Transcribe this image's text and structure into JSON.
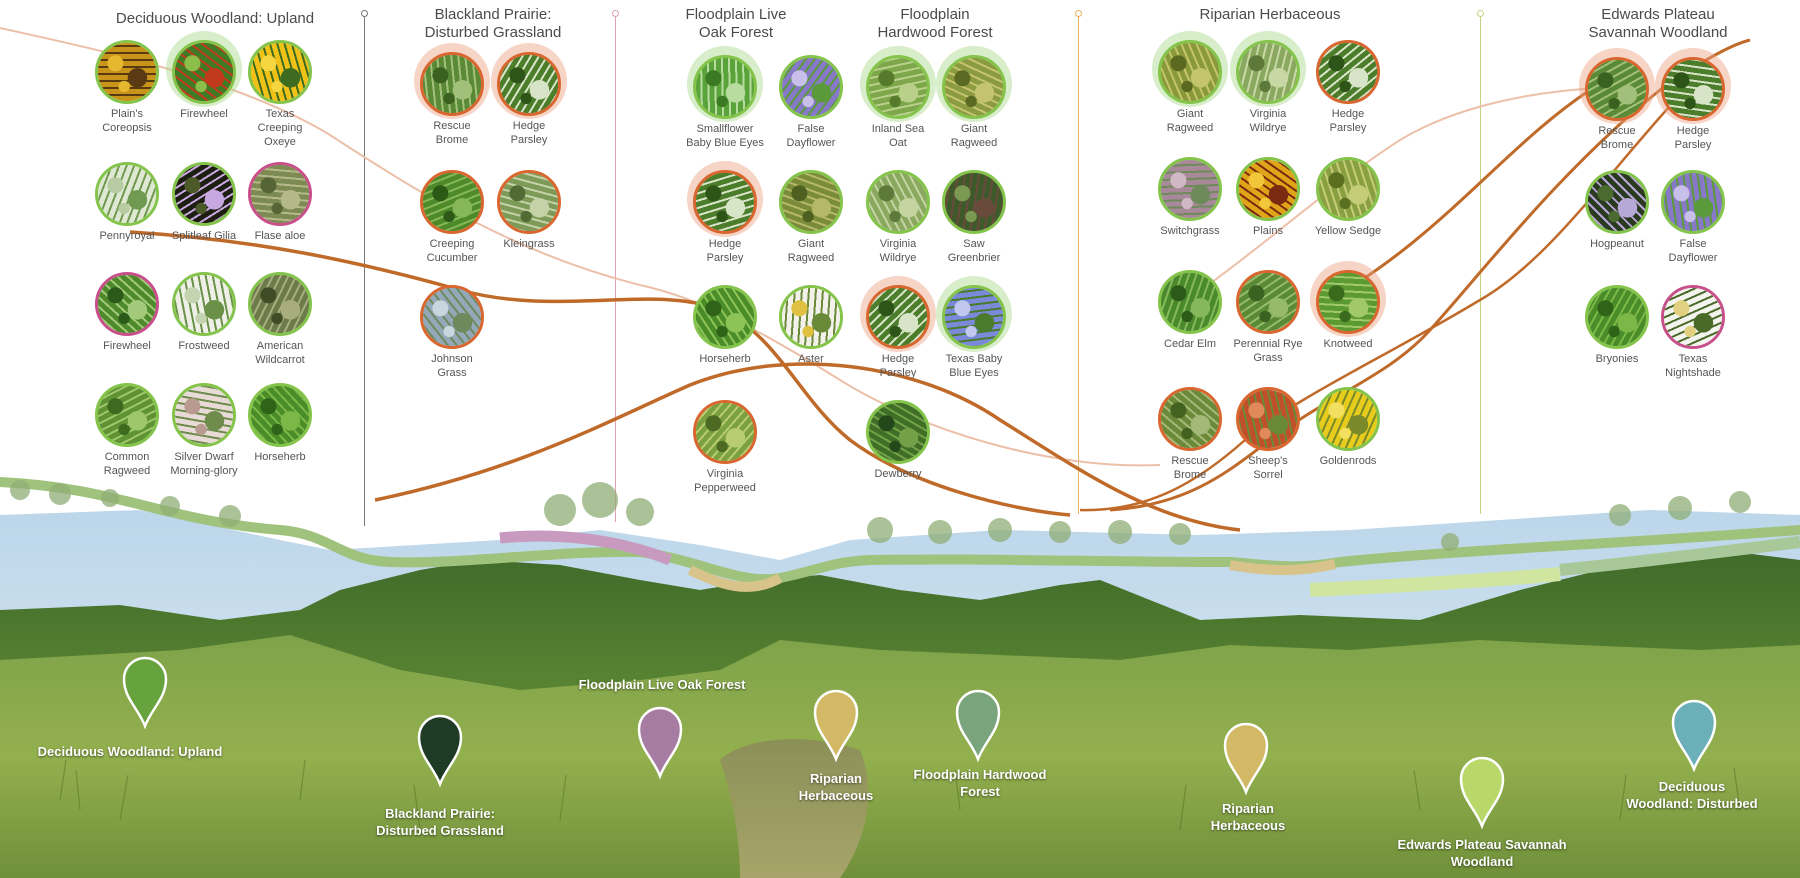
{
  "habitats": [
    {
      "id": "dwu",
      "name": "Deciduous Woodland: Upland"
    },
    {
      "id": "bpdg",
      "name": "Blackland Prairie:\nDisturbed Grassland"
    },
    {
      "id": "flof",
      "name": "Floodplain Live\nOak Forest"
    },
    {
      "id": "fhf",
      "name": "Floodplain\nHardwood Forest"
    },
    {
      "id": "rh",
      "name": "Riparian Herbaceous"
    },
    {
      "id": "epsw",
      "name": "Edwards Plateau\nSavannah Woodland"
    }
  ],
  "plants": [
    {
      "name": "Plain's\nCoreopsis",
      "habitat": "dwu",
      "ring": "green",
      "photo": [
        "#c8941a",
        "#5a3a12",
        "#e6b830"
      ]
    },
    {
      "name": "Firewheel",
      "habitat": "dwu",
      "ring": "green",
      "halo": "green",
      "photo": [
        "#3f7b24",
        "#c23a1c",
        "#8cbf4a"
      ]
    },
    {
      "name": "Texas\nCreeping\nOxeye",
      "habitat": "dwu",
      "ring": "green",
      "photo": [
        "#f0c218",
        "#3d6b20",
        "#f5d640"
      ]
    },
    {
      "name": "Pennyroyal",
      "habitat": "dwu",
      "ring": "green",
      "photo": [
        "#dfe8d2",
        "#6f9a4f",
        "#b8cca3"
      ]
    },
    {
      "name": "Splitleaf Gilia",
      "habitat": "dwu",
      "ring": "green",
      "photo": [
        "#1d1d12",
        "#c8a8e0",
        "#4b5a28"
      ]
    },
    {
      "name": "Flase aloe",
      "habitat": "dwu",
      "ring": "pink",
      "photo": [
        "#7d8a52",
        "#b5b98a",
        "#566535"
      ]
    },
    {
      "name": "Firewheel",
      "habitat": "dwu",
      "ring": "pink",
      "photo": [
        "#4e8a2c",
        "#a3c97a",
        "#2c5a1a"
      ]
    },
    {
      "name": "Frostweed",
      "habitat": "dwu",
      "ring": "green",
      "photo": [
        "#eef0e8",
        "#6b9048",
        "#c4d3b0"
      ]
    },
    {
      "name": "American\nWildcarrot",
      "habitat": "dwu",
      "ring": "green",
      "photo": [
        "#6d7a4a",
        "#a8ad80",
        "#3f4c25"
      ]
    },
    {
      "name": "Common\nRagweed",
      "habitat": "dwu",
      "ring": "green",
      "photo": [
        "#5e9232",
        "#9ec66a",
        "#3c6b1f"
      ]
    },
    {
      "name": "Silver Dwarf\nMorning-glory",
      "habitat": "dwu",
      "ring": "green",
      "photo": [
        "#e8dad6",
        "#6f8c4c",
        "#b89a90"
      ]
    },
    {
      "name": "Horseherb",
      "habitat": "dwu",
      "ring": "green",
      "photo": [
        "#4a8c28",
        "#7cb848",
        "#2f6418"
      ]
    },
    {
      "name": "Rescue\nBrome",
      "habitat": "bpdg",
      "ring": "orange",
      "halo": "orange",
      "photo": [
        "#5a8a36",
        "#a3c07a",
        "#3a6120"
      ]
    },
    {
      "name": "Hedge\nParsley",
      "habitat": "bpdg",
      "ring": "orange",
      "halo": "orange",
      "photo": [
        "#4c7d2a",
        "#d8e4c8",
        "#2e5518"
      ]
    },
    {
      "name": "Creeping\nCucumber",
      "habitat": "bpdg",
      "ring": "orange",
      "photo": [
        "#4f8a2a",
        "#86b85a",
        "#2c5a16"
      ]
    },
    {
      "name": "Kleingrass",
      "habitat": "bpdg",
      "ring": "orange",
      "photo": [
        "#7d9a58",
        "#c5d2a8",
        "#526b35"
      ]
    },
    {
      "name": "Johnson\nGrass",
      "habitat": "bpdg",
      "ring": "orange",
      "photo": [
        "#93a8b8",
        "#6e8a5c",
        "#c8d6de"
      ]
    },
    {
      "name": "Smallflower\nBaby Blue Eyes",
      "habitat": "flof",
      "ring": "green",
      "halo": "green",
      "photo": [
        "#5aa33a",
        "#b8dca0",
        "#3a7a22"
      ]
    },
    {
      "name": "False\nDayflower",
      "habitat": "flof",
      "ring": "green",
      "photo": [
        "#8878c8",
        "#5a9a3a",
        "#c8c0ea"
      ]
    },
    {
      "name": "Hedge\nParsley",
      "habitat": "flof",
      "ring": "orange",
      "halo": "orange",
      "photo": [
        "#4c7d2a",
        "#d8e4c8",
        "#2e5518"
      ]
    },
    {
      "name": "Giant\nRagweed",
      "habitat": "flof",
      "ring": "green",
      "photo": [
        "#7a8c3a",
        "#b5b868",
        "#4e6020"
      ]
    },
    {
      "name": "Horseherb",
      "habitat": "flof",
      "ring": "green",
      "photo": [
        "#4a8c28",
        "#8cc458",
        "#2f6418"
      ]
    },
    {
      "name": "Aster",
      "habitat": "flof",
      "ring": "green",
      "photo": [
        "#f2f2ea",
        "#6a8a3a",
        "#e0c040"
      ]
    },
    {
      "name": "Virginia\nPepperweed",
      "habitat": "flof",
      "ring": "orange",
      "photo": [
        "#7aa040",
        "#b8cc70",
        "#4c6a22"
      ]
    },
    {
      "name": "Inland Sea\nOat",
      "habitat": "fhf",
      "ring": "green",
      "halo": "green",
      "photo": [
        "#7ea64a",
        "#b8d08a",
        "#557a2c"
      ]
    },
    {
      "name": "Giant\nRagweed",
      "habitat": "fhf",
      "ring": "green",
      "halo": "green",
      "photo": [
        "#8c9a40",
        "#c4c470",
        "#5a6a22"
      ]
    },
    {
      "name": "Virginia\nWildrye",
      "habitat": "fhf",
      "ring": "green",
      "photo": [
        "#8aa860",
        "#c4d4a0",
        "#5e7a3a"
      ]
    },
    {
      "name": "Saw\nGreenbrier",
      "habitat": "fhf",
      "ring": "green",
      "photo": [
        "#3e5a2a",
        "#6a4a3a",
        "#7a9a52"
      ]
    },
    {
      "name": "Hedge\nParsley",
      "habitat": "fhf",
      "ring": "orange",
      "halo": "orange",
      "photo": [
        "#4c7d2a",
        "#d8e4c8",
        "#2e5518"
      ]
    },
    {
      "name": "Texas Baby\nBlue Eyes",
      "habitat": "fhf",
      "ring": "green",
      "halo": "green",
      "photo": [
        "#7a8ad8",
        "#4a7a2c",
        "#c0c8f0"
      ]
    },
    {
      "name": "Dewberry",
      "habitat": "fhf",
      "ring": "green",
      "photo": [
        "#3f6e26",
        "#74a048",
        "#24481a"
      ]
    },
    {
      "name": "Giant\nRagweed",
      "habitat": "rh",
      "ring": "green",
      "halo": "green",
      "photo": [
        "#8a9a3a",
        "#c4c46c",
        "#5a6820"
      ]
    },
    {
      "name": "Virginia\nWildrye",
      "habitat": "rh",
      "ring": "green",
      "halo": "green",
      "photo": [
        "#8aa860",
        "#c8d8a4",
        "#5e7a3a"
      ]
    },
    {
      "name": "Hedge\nParsley",
      "habitat": "rh",
      "ring": "orange",
      "photo": [
        "#4c7d2a",
        "#d8e4c8",
        "#2e5518"
      ]
    },
    {
      "name": "Switchgrass",
      "habitat": "rh",
      "ring": "green",
      "photo": [
        "#a8899a",
        "#6e8a5a",
        "#d0b8c4"
      ]
    },
    {
      "name": "Plains",
      "habitat": "rh",
      "ring": "green",
      "photo": [
        "#e0a418",
        "#7a2a10",
        "#f2c83a"
      ]
    },
    {
      "name": "Yellow Sedge",
      "habitat": "rh",
      "ring": "green",
      "photo": [
        "#8aa040",
        "#c4cc78",
        "#5a7020"
      ]
    },
    {
      "name": "Cedar Elm",
      "habitat": "rh",
      "ring": "green",
      "photo": [
        "#4a8a2c",
        "#84b85a",
        "#2c5a18"
      ]
    },
    {
      "name": "Perennial Rye\nGrass",
      "habitat": "rh",
      "ring": "orange",
      "photo": [
        "#5a8a36",
        "#94ba6a",
        "#3a6220"
      ]
    },
    {
      "name": "Knotweed",
      "habitat": "rh",
      "ring": "orange",
      "halo": "orange",
      "photo": [
        "#5a9a30",
        "#a2c86c",
        "#3a6a1c"
      ]
    },
    {
      "name": "Rescue\nBrome",
      "habitat": "rh",
      "ring": "orange",
      "photo": [
        "#6a8a3a",
        "#a4b878",
        "#44621f"
      ]
    },
    {
      "name": "Sheep's\nSorrel",
      "habitat": "rh",
      "ring": "orange",
      "photo": [
        "#c0502a",
        "#6a8a3a",
        "#e08a5a"
      ]
    },
    {
      "name": "Goldenrods",
      "habitat": "rh",
      "ring": "green",
      "photo": [
        "#e8cc1c",
        "#7a8a2a",
        "#f4e060"
      ]
    },
    {
      "name": "Rescue\nBrome",
      "habitat": "epsw",
      "ring": "orange",
      "halo": "orange",
      "photo": [
        "#5a8a36",
        "#a3c07a",
        "#3a6120"
      ]
    },
    {
      "name": "Hedge\nParsley",
      "habitat": "epsw",
      "ring": "orange",
      "halo": "orange",
      "photo": [
        "#4c7d2a",
        "#d8e4c8",
        "#2e5518"
      ]
    },
    {
      "name": "Hogpeanut",
      "habitat": "epsw",
      "ring": "green",
      "photo": [
        "#2a3a20",
        "#b8a8d8",
        "#4a6a30"
      ]
    },
    {
      "name": "False\nDayflower",
      "habitat": "epsw",
      "ring": "green",
      "photo": [
        "#8878c8",
        "#5a9a3a",
        "#c8c0ea"
      ]
    },
    {
      "name": "Bryonies",
      "habitat": "epsw",
      "ring": "green",
      "photo": [
        "#4a8c28",
        "#7cb848",
        "#2f6418"
      ]
    },
    {
      "name": "Texas\nNightshade",
      "habitat": "epsw",
      "ring": "pink",
      "photo": [
        "#f4f4ee",
        "#4a6a2a",
        "#e0d080"
      ]
    }
  ],
  "landscape_pins": [
    {
      "label": "Deciduous Woodland: Upland",
      "color": "#66a33d"
    },
    {
      "label": "Blackland Prairie:\nDisturbed Grassland",
      "color": "#1e3b26"
    },
    {
      "label": "Floodplain Live Oak Forest",
      "color": "#a77ca3"
    },
    {
      "label": "Riparian\nHerbaceous",
      "color": "#d3b865"
    },
    {
      "label": "Floodplain Hardwood\nForest",
      "color": "#7aa57c"
    },
    {
      "label": "Riparian\nHerbaceous",
      "color": "#d3b865"
    },
    {
      "label": "Edwards Plateau Savannah\nWoodland",
      "color": "#b8d96a"
    },
    {
      "label": "Deciduous\nWoodland: Disturbed",
      "color": "#6bb0b8"
    }
  ],
  "colors": {
    "ring_green": "#84c44a",
    "ring_orange": "#d9662e",
    "ring_pink": "#c8508a",
    "connector": "#c06a2a",
    "connector_light": "#ecc0a8"
  }
}
